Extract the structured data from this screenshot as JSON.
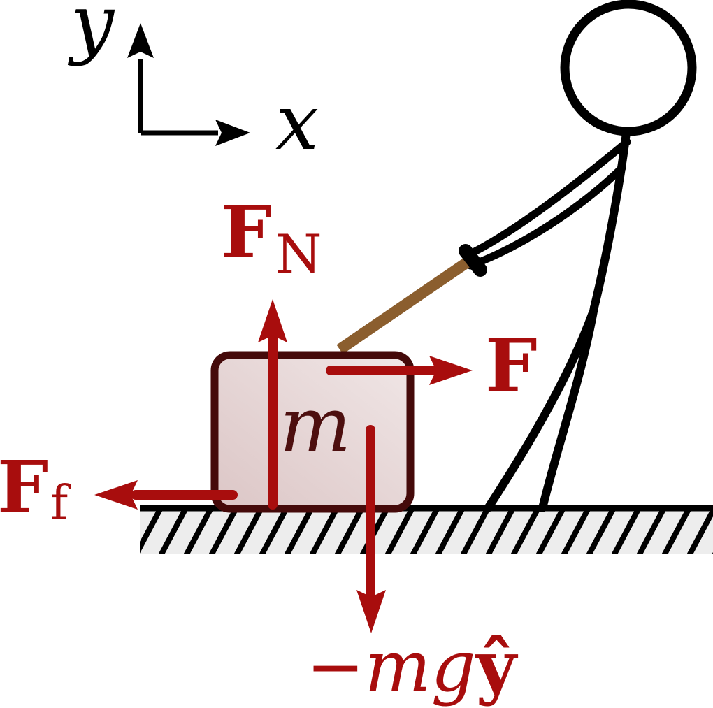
{
  "figure": {
    "kind": "free-body-diagram",
    "axes": {
      "x_label": "x",
      "y_label": "y"
    },
    "block": {
      "mass_label": "m"
    },
    "forces": {
      "normal": {
        "symbol": "F",
        "subscript": "N"
      },
      "applied": {
        "symbol": "F"
      },
      "friction": {
        "symbol": "F",
        "subscript": "f"
      },
      "gravity": {
        "coefficient": "−mg",
        "unit_vector": "ŷ"
      }
    },
    "colors": {
      "force_red": "#a80d0d",
      "block_border": "#450a0a",
      "block_fill_light": "#f0e6e6",
      "block_fill_dark": "#dcc6c6",
      "mass_text": "#4d0f0f",
      "rope_brown": "#8b5e2e",
      "ground_fill": "#ededed",
      "ink_black": "#000000"
    }
  }
}
